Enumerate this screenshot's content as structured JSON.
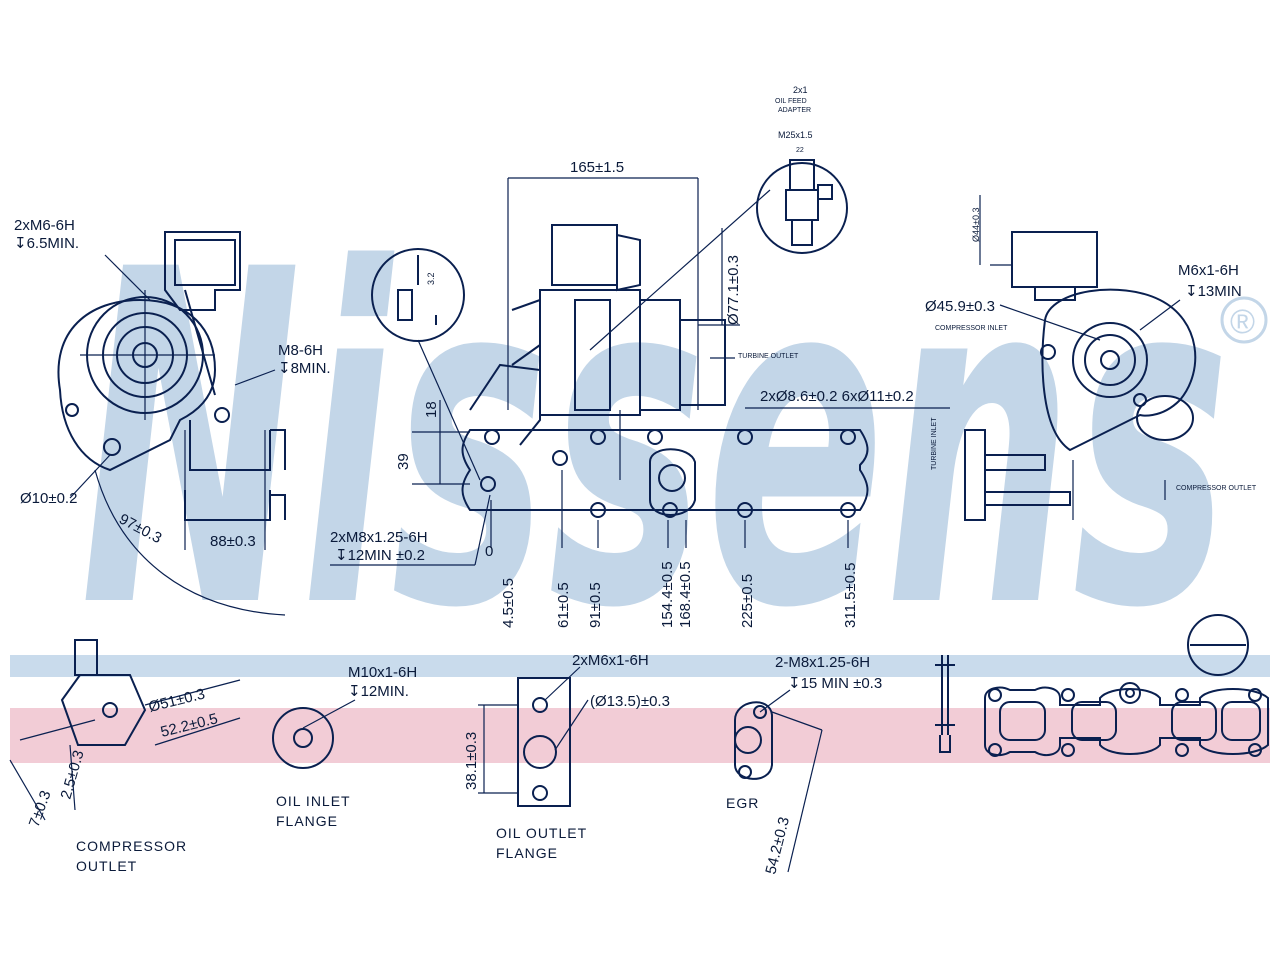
{
  "watermark": {
    "brand": "Nissens",
    "registered": "®"
  },
  "colors": {
    "line": "#0a2050",
    "watermark": "#c3d6e8",
    "band_blue": "#c9dbec",
    "band_pink": "#f2ccd6"
  },
  "adapter": {
    "count": "2x1",
    "line1": "OIL FEED",
    "line2": "ADAPTER",
    "thread": "M25x1.5",
    "nut": "22"
  },
  "dims_main": {
    "d165": "165±1.5",
    "d77": "Ø77.1±0.3",
    "turbine_outlet": "TURBINE OUTLET",
    "holes": "2xØ8.6±0.2  6xØ11±0.2",
    "d18": "18",
    "d39": "39",
    "stud": "2xM8x1.25-6H",
    "stud_depth": "↧12MIN ±0.2",
    "zero": "0",
    "x_ticks": [
      "4.5±0.5",
      "61±0.5",
      "91±0.5",
      "154.4±0.5",
      "168.4±0.5",
      "225±0.5",
      "311.5±0.5"
    ]
  },
  "detail_zoom": {
    "d32": "3.2"
  },
  "dims_left": {
    "m6": "2xM6-6H",
    "m6_depth": "↧6.5MIN.",
    "m8": "M8-6H",
    "m8_depth": "↧8MIN.",
    "d10": "Ø10±0.2",
    "d88": "88±0.3",
    "d97": "97±0.3"
  },
  "dims_right": {
    "d44": "Ø44±0.3",
    "m6": "M6x1-6H",
    "m6_depth": "↧13MIN",
    "d45": "Ø45.9±0.3",
    "comp_inlet": "COMPRESSOR INLET",
    "turbine_inlet": "TURBINE INLET",
    "comp_outlet": "COMPRESSOR OUTLET"
  },
  "flanges": {
    "compressor": {
      "d51": "Ø51±0.3",
      "d52": "52.2±0.5",
      "d25": "2.5±0.3",
      "d7": "7±0.3",
      "label1": "COMPRESSOR",
      "label2": "OUTLET"
    },
    "oil_inlet": {
      "thread": "M10x1-6H",
      "depth": "↧12MIN.",
      "label1": "OIL  INLET",
      "label2": "FLANGE"
    },
    "oil_outlet": {
      "thread": "2xM6x1-6H",
      "bore": "(Ø13.5)±0.3",
      "d38": "38.1±0.3",
      "label1": "OIL  OUTLET",
      "label2": "FLANGE"
    },
    "egr": {
      "thread": "2-M8x1.25-6H",
      "depth": "↧15 MIN ±0.3",
      "d54": "54.2±0.3",
      "label": "EGR"
    }
  }
}
